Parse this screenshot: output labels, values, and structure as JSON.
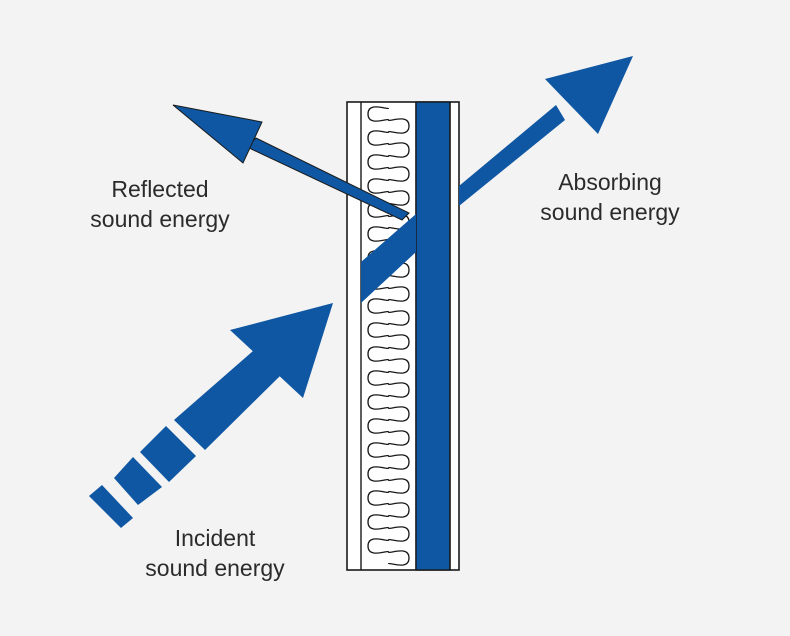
{
  "colors": {
    "background": "#f3f3f3",
    "arrow_blue": "#0f57a3",
    "outline": "#1a1a1a",
    "panel_fill": "#ffffff"
  },
  "labels": {
    "reflected": {
      "line1": "Reflected",
      "line2": "sound energy"
    },
    "absorbing": {
      "line1": "Absorbing",
      "line2": "sound energy"
    },
    "incident": {
      "line1": "Incident",
      "line2": "sound energy"
    }
  }
}
